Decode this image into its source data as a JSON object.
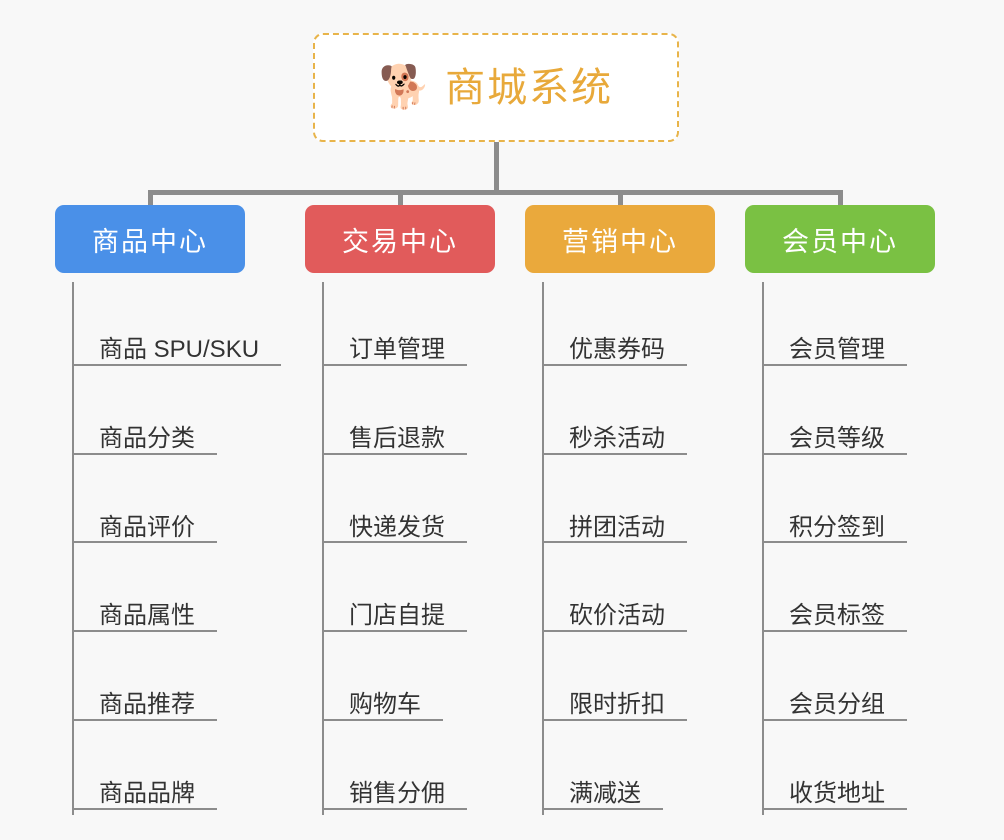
{
  "root": {
    "icon": "dog-face-icon",
    "emoji": "🐕",
    "title": "商城系统",
    "title_color": "#e8a93a",
    "border_color": "#e8b44a"
  },
  "connector_color": "#8c8c8c",
  "background_color": "#f8f8f8",
  "columns": [
    {
      "id": "product-center",
      "label": "商品中心",
      "color": "#4a90e8",
      "items": [
        {
          "label": "商品 SPU/SKU"
        },
        {
          "label": "商品分类"
        },
        {
          "label": "商品评价"
        },
        {
          "label": "商品属性"
        },
        {
          "label": "商品推荐"
        },
        {
          "label": "商品品牌"
        }
      ]
    },
    {
      "id": "trade-center",
      "label": "交易中心",
      "color": "#e15b5b",
      "items": [
        {
          "label": "订单管理"
        },
        {
          "label": "售后退款"
        },
        {
          "label": "快递发货"
        },
        {
          "label": "门店自提"
        },
        {
          "label": "购物车"
        },
        {
          "label": "销售分佣"
        }
      ]
    },
    {
      "id": "marketing-center",
      "label": "营销中心",
      "color": "#eaa93c",
      "items": [
        {
          "label": "优惠券码"
        },
        {
          "label": "秒杀活动"
        },
        {
          "label": "拼团活动"
        },
        {
          "label": "砍价活动"
        },
        {
          "label": "限时折扣"
        },
        {
          "label": "满减送"
        }
      ]
    },
    {
      "id": "member-center",
      "label": "会员中心",
      "color": "#7ac143",
      "items": [
        {
          "label": "会员管理"
        },
        {
          "label": "会员等级"
        },
        {
          "label": "积分签到"
        },
        {
          "label": "会员标签"
        },
        {
          "label": "会员分组"
        },
        {
          "label": "收货地址"
        }
      ]
    }
  ]
}
